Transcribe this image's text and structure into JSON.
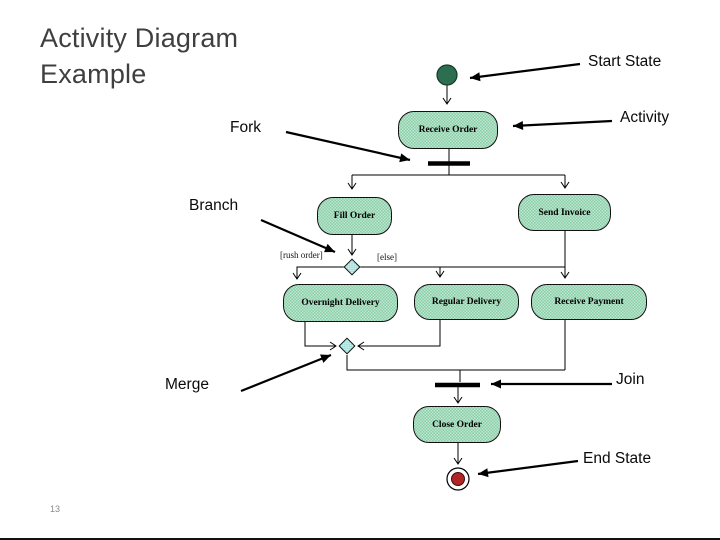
{
  "slide": {
    "title": "Activity Diagram Example",
    "page_number": "13"
  },
  "diagram": {
    "nodes": {
      "receive_order": "Receive Order",
      "fill_order": "Fill Order",
      "send_invoice": "Send Invoice",
      "overnight_delivery": "Overnight Delivery",
      "regular_delivery": "Regular Delivery",
      "receive_payment": "Receive Payment",
      "close_order": "Close Order"
    },
    "guards": {
      "rush_order": "[rush order]",
      "else": "[else]"
    },
    "callouts": {
      "start_state": "Start State",
      "activity": "Activity",
      "fork": "Fork",
      "branch": "Branch",
      "merge": "Merge",
      "join": "Join",
      "end_state": "End State"
    },
    "colors": {
      "activity_fill": "#9ed7b7",
      "activity_fill_light": "#bce6d0",
      "activity_fill_dark": "#8acfa8",
      "decision_fill": "#aee4e0",
      "start_fill": "#2d6e50",
      "start_stroke": "#153a2a",
      "end_fill": "#b02525",
      "end_stroke": "#3a0f0f",
      "line": "#000000"
    }
  }
}
